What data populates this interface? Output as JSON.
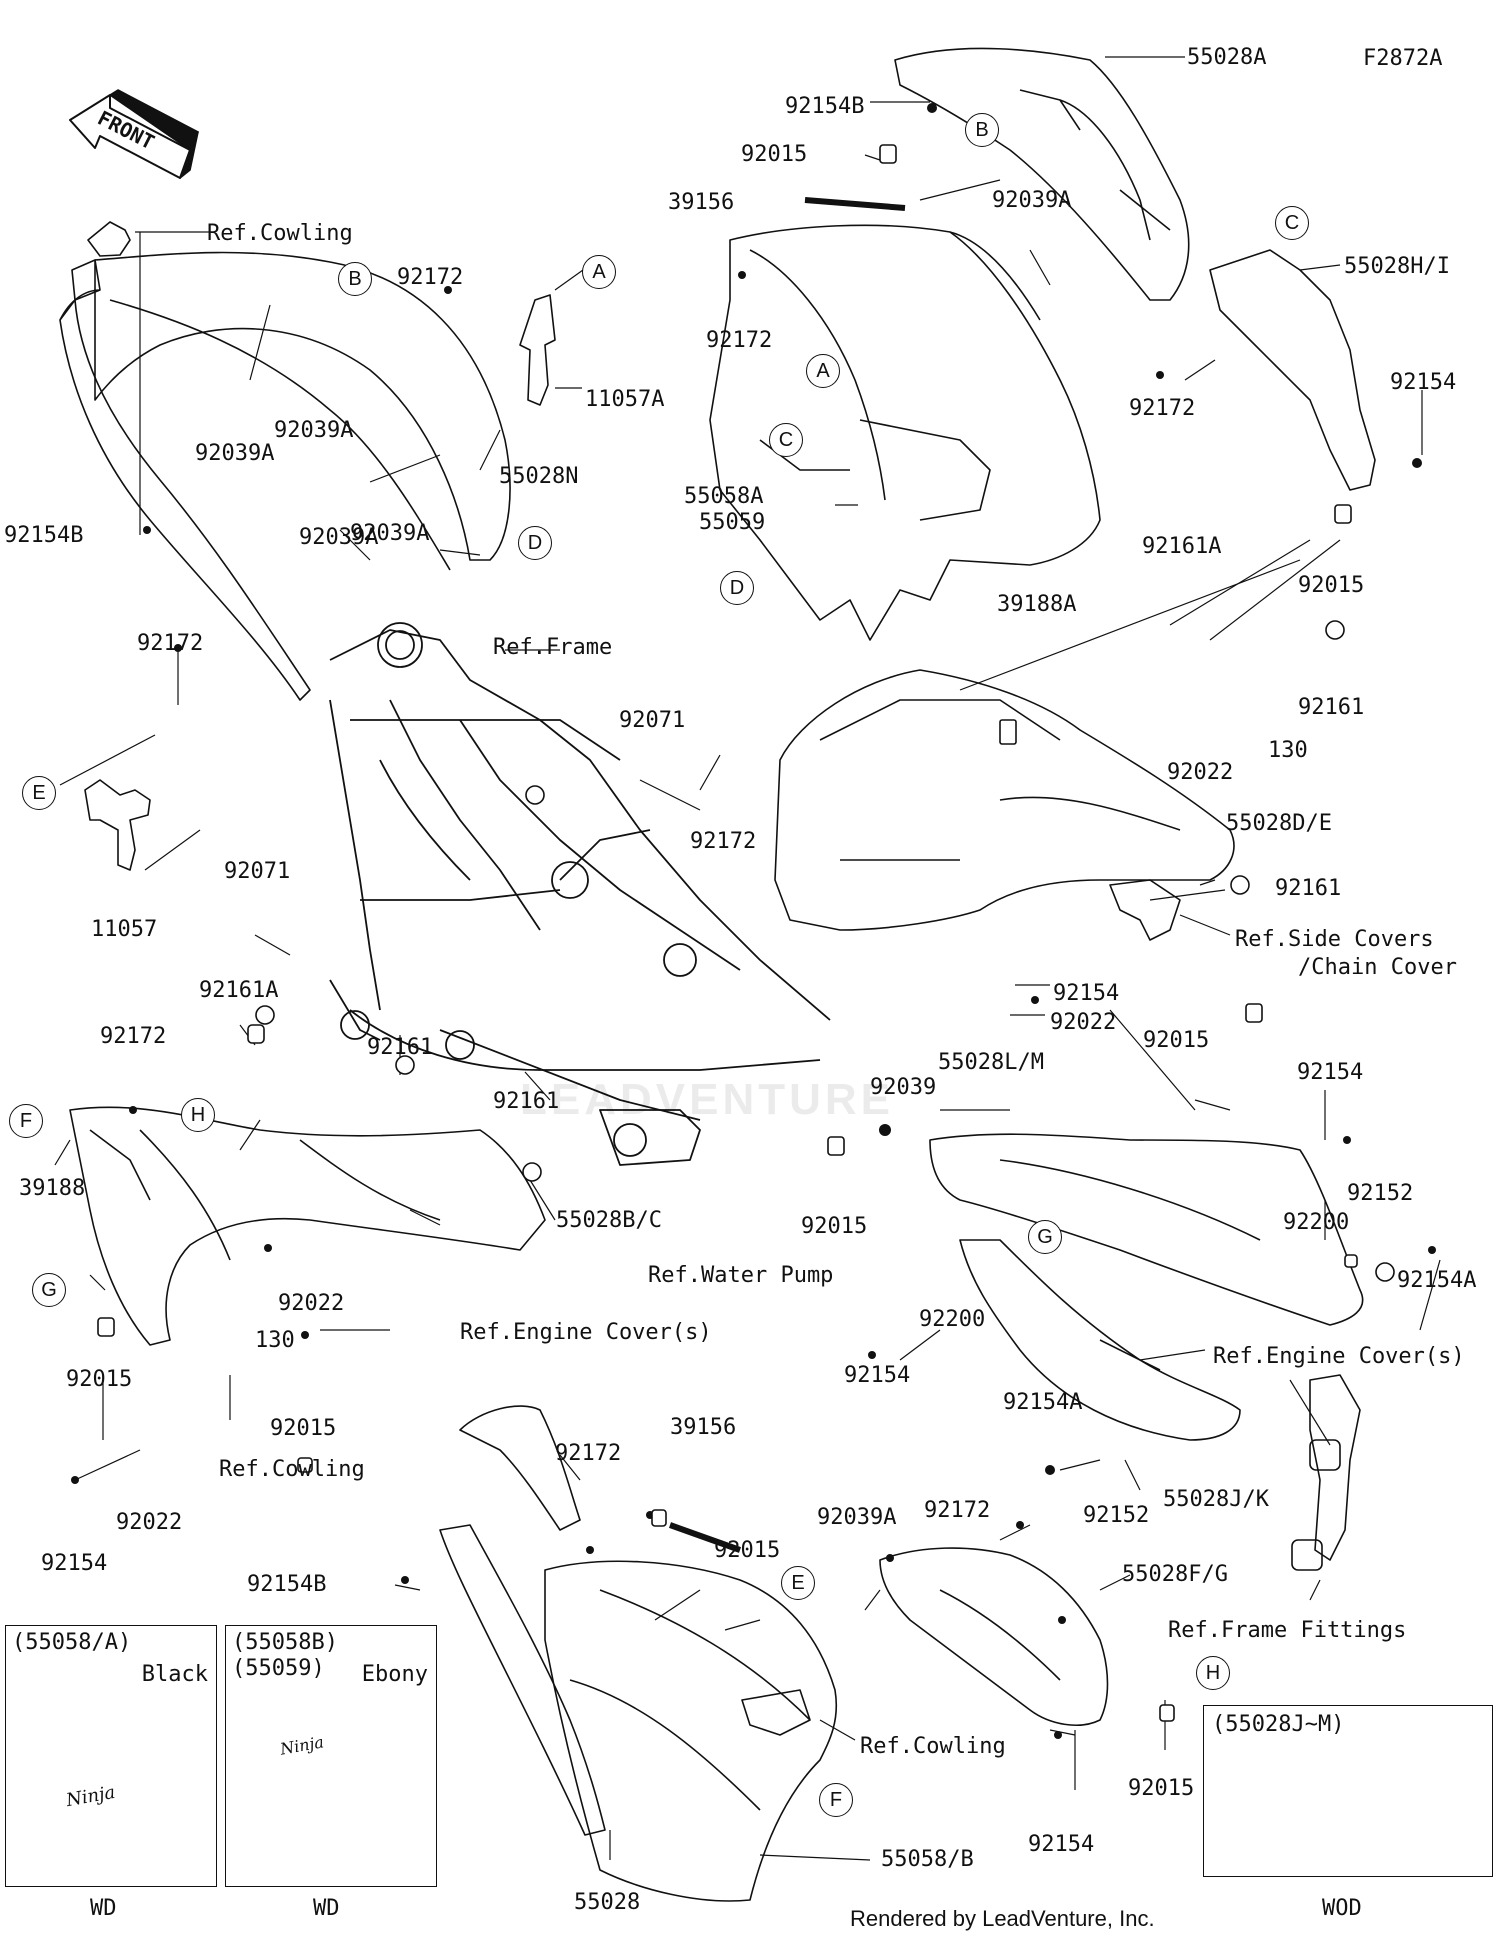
{
  "figure_code": "F2872A",
  "front_arrow": "FRONT",
  "watermark": "LEADVENTURE",
  "footer": "Rendered by LeadVenture, Inc.",
  "labels": {
    "l55028A": "55028A",
    "l92154B_top": "92154B",
    "l92015_top": "92015",
    "l39156_top": "39156",
    "l92039A_top": "92039A",
    "l55028HI": "55028H/I",
    "l92172_c": "92172",
    "l92172_rc": "92172",
    "l92154_r": "92154",
    "l55058A": "55058A",
    "l55059": "55059",
    "l92015_r": "92015",
    "l39188A": "39188A",
    "l92161A_c": "92161A",
    "l92161_r": "92161",
    "l130_r": "130",
    "l92022_r": "92022",
    "l92071_c": "92071",
    "l92172_m": "92172",
    "l55028DE": "55028D/E",
    "l92161_r2": "92161",
    "l_refside1": "Ref.Side Covers",
    "l_refside2": "/Chain Cover",
    "l92154_m": "92154",
    "l92022_m": "92022",
    "l92015_m": "92015",
    "l_refcowl_top": "Ref.Cowling",
    "l92172_l": "92172",
    "l11057A": "11057A",
    "l92039A_l1": "92039A",
    "l92039A_l2": "92039A",
    "l55028N": "55028N",
    "l92039A_l3": "92039A",
    "l92039A_l4": "92039A",
    "l92154B_l": "92154B",
    "l92172_l2": "92172",
    "l11057": "11057",
    "l_refframe": "Ref.Frame",
    "l92071_l": "92071",
    "l92161A_l": "92161A",
    "l92161_l": "92161",
    "l92172_l3": "92172",
    "l92161_c": "92161",
    "l39188": "39188",
    "l55028BC": "55028B/C",
    "l130_l": "130",
    "l92022_l": "92022",
    "l_refengine_l": "Ref.Engine Cover(s)",
    "l92015_l": "92015",
    "l92015_l2": "92015",
    "l92022_l2": "92022",
    "l92154_l": "92154",
    "l92039_m": "92039",
    "l55028LM": "55028L/M",
    "l92154_r2": "92154",
    "l92015_c": "92015",
    "l_refwater": "Ref.Water Pump",
    "l92200_r": "92200",
    "l92152_r": "92152",
    "l92154A_r": "92154A",
    "l92200_m": "92200",
    "l92154_m2": "92154",
    "l_refengine_r": "Ref.Engine Cover(s)",
    "l92154A_m": "92154A",
    "l92152_m": "92152",
    "l55028JK": "55028J/K",
    "l_refcowl_b": "Ref.Cowling",
    "l92172_b": "92172",
    "l39156_b": "39156",
    "l92154B_b": "92154B",
    "l92015_b": "92015",
    "l92039A_b": "92039A",
    "l92172_b2": "92172",
    "l55028FG": "55028F/G",
    "l_refframefit": "Ref.Frame Fittings",
    "l_refcowl_b2": "Ref.Cowling",
    "l92015_b2": "92015",
    "l92154_b": "92154",
    "l55028": "55028",
    "l55058B": "55058/B"
  },
  "callouts": [
    "A",
    "B",
    "C",
    "D",
    "E",
    "F",
    "G",
    "H"
  ],
  "insets": {
    "black": {
      "code": "(55058/A)",
      "color": "Black",
      "tag": "WD",
      "logo": "Ninja"
    },
    "ebony": {
      "code1": "(55058B)",
      "code2": "(55059)",
      "color": "Ebony",
      "tag": "WD",
      "logo": "Ninja"
    },
    "lower": {
      "code": "(55028J~M)",
      "tag": "WOD"
    }
  }
}
